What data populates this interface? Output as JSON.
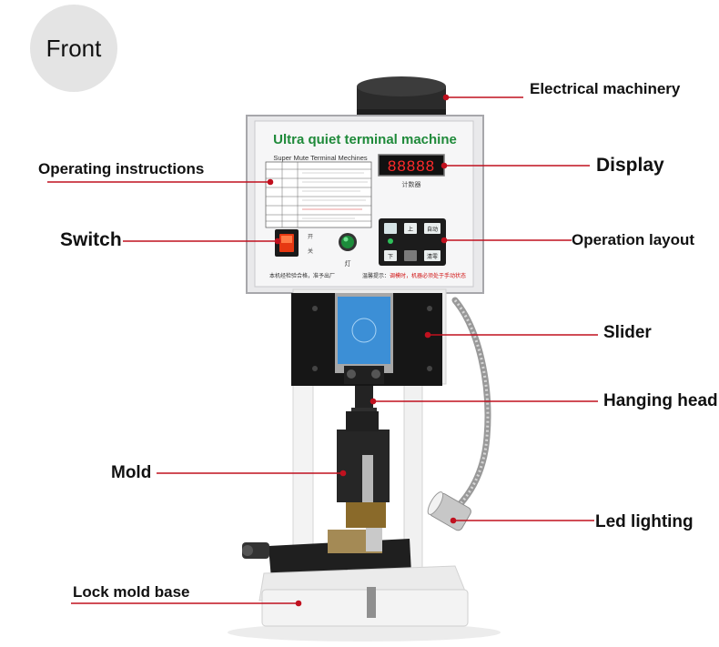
{
  "badge": {
    "label": "Front"
  },
  "machine": {
    "panel_title": "Ultra quiet terminal machine",
    "panel_subtitle": "Super Mute Terminal Mechines",
    "display_digits": "88888",
    "display_caption": "计数器",
    "lamp_caption": "灯",
    "switch_on": "开",
    "switch_off": "关",
    "key_up": "上",
    "key_down": "下",
    "key_auto": "自动",
    "key_clear": "清零",
    "footer_left": "本机经检验合格，准予出厂",
    "footer_warning_prefix": "温馨提示：",
    "footer_warning_red": "调模时，机器必须处于手动状态"
  },
  "annotations": {
    "electrical_machinery": "Electrical machinery",
    "operating_instructions": "Operating instructions",
    "display": "Display",
    "switch": "Switch",
    "operation_layout": "Operation layout",
    "slider": "Slider",
    "hanging_head": "Hanging head",
    "mold": "Mold",
    "led_lighting": "Led lighting",
    "lock_mold_base": "Lock mold base"
  },
  "colors": {
    "leader_line": "#c0111f",
    "panel_title": "#1f8a3a",
    "display_digits": "#ff2a2a",
    "warning_text": "#d01010"
  }
}
